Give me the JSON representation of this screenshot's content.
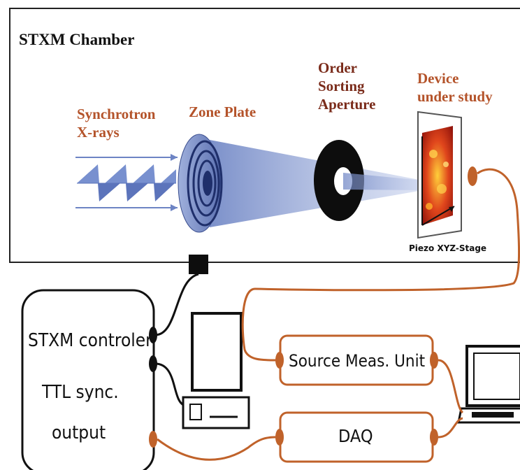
{
  "chamber": {
    "title": "STXM Chamber",
    "labels": {
      "synchrotron": "Synchrotron\nX-rays",
      "zone_plate": "Zone Plate",
      "order_sorting": "Order\nSorting\nAperture",
      "device": "Device\nunder study",
      "piezo": "Piezo XYZ-Stage"
    }
  },
  "controller": {
    "line1": "STXM controler",
    "line2": "TTL sync.",
    "line3": "output"
  },
  "instruments": {
    "smu": "Source Meas. Unit",
    "daq": "DAQ"
  },
  "colors": {
    "cable": "#c0622a",
    "label": "#b4532a",
    "beam": "#8fa4d6"
  }
}
